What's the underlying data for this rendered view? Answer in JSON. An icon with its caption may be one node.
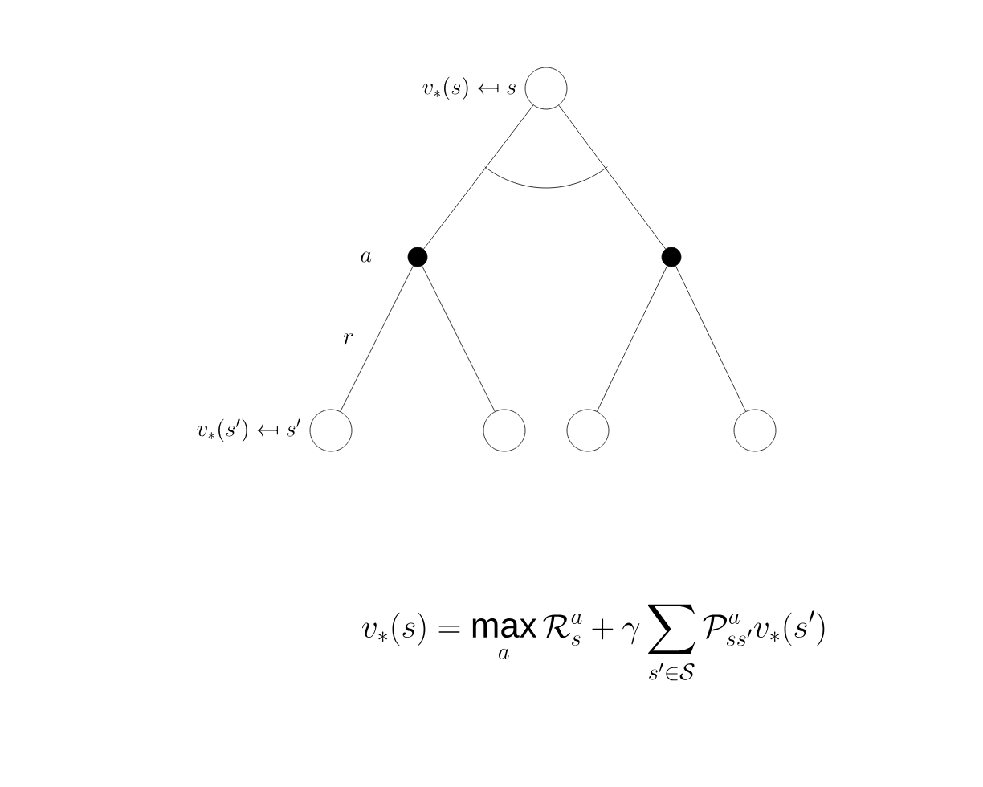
{
  "diagram": {
    "nodes": [
      {
        "text": [],
        "shape": "circle",
        "beside": [
          "v_*(s) \\mathrel{\\reflectbox{$\\mapsto$}} s"
        ]
      },
      {
        "text": [],
        "shape": "circle",
        "beside": [
          "a"
        ]
      },
      {
        "text": [],
        "shape": "circle"
      },
      {
        "text": [],
        "shape": "circle",
        "beside": [
          "v_*(s') \\mathrel{\\reflectbox{$\\mapsto$}} s'"
        ]
      },
      {
        "text": [],
        "shape": "circle"
      },
      {
        "text": [],
        "shape": "circle"
      },
      {
        "text": [],
        "shape": "circle"
      }
    ],
    "edges": [
      {
        "from": 0,
        "to": 1,
        "arrow": "none"
      },
      {
        "from": 0,
        "to": 2,
        "arrow": "none"
      },
      {
        "from": 1,
        "to": 3,
        "arrow": "none",
        "label": "r"
      },
      {
        "from": 1,
        "to": 4,
        "arrow": "none"
      },
      {
        "from": 2,
        "to": 5,
        "arrow": "none"
      },
      {
        "from": 2,
        "to": 6,
        "arrow": "none"
      }
    ],
    "labels": [
      "v_*(s) = \\max_a \\mathcal{R}^a_s + \\gamma \\sum_{s' \\in \\mathcal{S}} \\mathcal{P}^a_{ss'} v_*(s')"
    ]
  }
}
